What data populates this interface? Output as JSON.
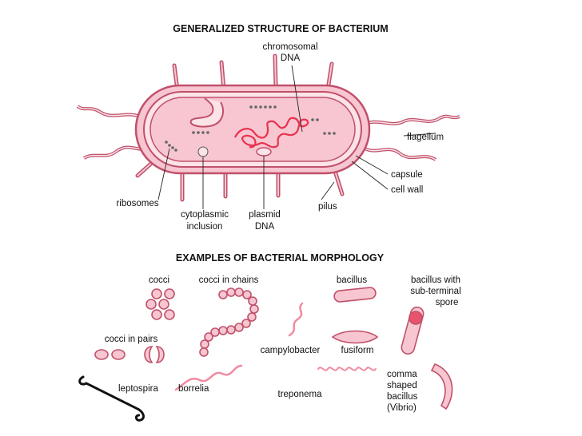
{
  "headings": {
    "structure": "GENERALIZED STRUCTURE OF BACTERIUM",
    "morphology": "EXAMPLES OF BACTERIAL MORPHOLOGY"
  },
  "structure_labels": {
    "chromosomal_1": "chromosomal",
    "chromosomal_2": "DNA",
    "flagellum": "flagellum",
    "capsule": "capsule",
    "cell_wall": "cell wall",
    "ribosomes": "ribosomes",
    "pilus": "pilus",
    "cytoplasmic_1": "cytoplasmic",
    "cytoplasmic_2": "inclusion",
    "plasmid_1": "plasmid",
    "plasmid_2": "DNA"
  },
  "morphology_labels": {
    "cocci": "cocci",
    "cocci_chains": "cocci in chains",
    "bacillus": "bacillus",
    "spore_1": "bacillus with",
    "spore_2": "sub-terminal",
    "spore_3": "spore",
    "cocci_pairs": "cocci in pairs",
    "campylobacter": "campylobacter",
    "fusiform": "fusiform",
    "leptospira": "leptospira",
    "borrelia": "borrelia",
    "treponema": "treponema",
    "comma_1": "comma",
    "comma_2": "shaped",
    "comma_3": "bacillus",
    "comma_4": "(Vibrio)"
  },
  "colors": {
    "cell_fill": "#f7c6d0",
    "cell_outline": "#c0506a",
    "dna": "#e8324f",
    "ink": "#111111"
  }
}
